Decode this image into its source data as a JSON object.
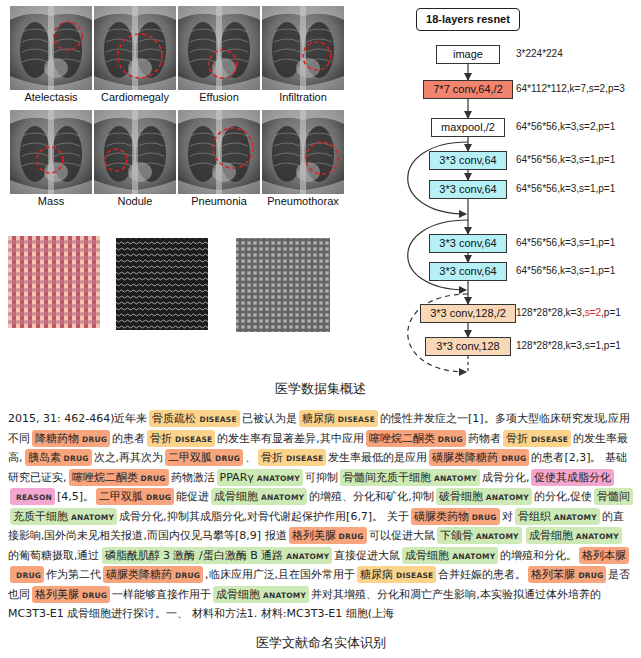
{
  "diagram": {
    "nodes": [
      {
        "text": [
          "18-layers resnet"
        ]
      },
      {
        "text": [
          "image"
        ]
      },
      {
        "text": [
          "7*7 conv,64,/2"
        ]
      },
      {
        "text": [
          "maxpool,/2"
        ]
      },
      {
        "text": [
          "3*3 conv,64"
        ]
      },
      {
        "text": [
          "3*3 conv,64"
        ]
      },
      {
        "text": [
          "3*3 conv,64"
        ]
      },
      {
        "text": [
          "3*3 conv,64"
        ]
      },
      {
        "text": [
          "3*3 conv,128,/2"
        ]
      },
      {
        "text": [
          "3*3 conv,128"
        ]
      },
      {
        "text": [
          "骨质疏松",
          "DISEASE"
        ]
      },
      {
        "text": [
          "糖尿病",
          "DISEASE"
        ]
      },
      {
        "text": [
          "降糖药物",
          "DRUG"
        ]
      },
      {
        "text": [
          "骨折",
          "DISEASE"
        ]
      },
      {
        "text": [
          "噻唑烷二酮类",
          "DRUG"
        ]
      },
      {
        "text": [
          "骨折",
          "DISEASE"
        ]
      },
      {
        "text": [
          "胰岛素",
          "DRUG"
        ]
      },
      {
        "text": [
          "二甲双胍",
          "DRUG"
        ]
      },
      {
        "text": [
          "骨折",
          "DISEASE"
        ]
      },
      {
        "text": [
          "磺脲类降糖药",
          "DRUG"
        ]
      },
      {
        "text": [
          "噻唑烷二酮类",
          "DRUG"
        ]
      },
      {
        "text": [
          "PPARγ",
          "ANATOMY"
        ]
      },
      {
        "text": [
          "骨髓间充质干细胞",
          "ANATOMY"
        ]
      },
      {
        "text": [
          "促使其成脂分化",
          "REASON"
        ]
      },
      {
        "text": [
          "二甲双胍",
          "DRUG"
        ]
      },
      {
        "text": [
          "成骨细胞",
          "ANATOMY"
        ]
      },
      {
        "text": [
          "破骨细胞",
          "ANATOMY"
        ]
      },
      {
        "text": [
          "骨髓间充质干细胞",
          "ANATOMY"
        ]
      },
      {
        "text": [
          "磺脲类药物",
          "DRUG"
        ]
      },
      {
        "text": [
          "骨组织",
          "ANATOMY"
        ]
      },
      {
        "text": [
          "格列美脲",
          "DRUG"
        ]
      },
      {
        "text": [
          "下颌骨",
          "ANATOMY"
        ]
      },
      {
        "text": [
          "成骨细胞",
          "ANATOMY"
        ]
      },
      {
        "text": [
          "磷脂酰肌醇 3 激酶 /蛋白激酶 B 通路",
          "ANATOMY"
        ]
      },
      {
        "text": [
          "成骨细胞",
          "ANATOMY"
        ]
      },
      {
        "text": [
          "格列本脲",
          "DRUG"
        ]
      },
      {
        "text": [
          "磺脲类降糖药",
          "DRUG"
        ]
      },
      {
        "text": [
          "糖尿病",
          "DISEASE"
        ]
      },
      {
        "text": [
          "格列苯脲",
          "DRUG"
        ]
      },
      {
        "text": [
          "格列美脲",
          "DRUG"
        ]
      },
      {
        "text": [
          "成骨细胞",
          "ANATOMY"
        ]
      }
    ],
    "edges": [
      {
        "from": 1,
        "to": 2,
        "arrow": "to"
      },
      {
        "from": 2,
        "to": 3,
        "arrow": "to"
      },
      {
        "from": 3,
        "to": 4,
        "arrow": "to"
      },
      {
        "from": 4,
        "to": 5,
        "arrow": "to"
      },
      {
        "from": 5,
        "to": 6,
        "arrow": "to"
      },
      {
        "from": 6,
        "to": 7,
        "arrow": "to"
      },
      {
        "from": 7,
        "to": 8,
        "arrow": "to"
      },
      {
        "from": 8,
        "to": 9,
        "arrow": "to"
      }
    ],
    "labels": [
      "Atelectasis",
      "Cardiomegaly",
      "Effusion",
      "Infiltration",
      "Mass",
      "Nodule",
      "Pneumonia",
      "Pneumothorax",
      "3*224*224",
      "64*112*112,k=7,s=2,p=3",
      "64*56*56,k=3,s=2,p=1",
      "64*56*56,k=3,s=1,p=1",
      "64*56*56,k=3,s=1,p=1",
      "64*56*56,k=3,s=1,p=1",
      "64*56*56,k=3,s=1,p=1",
      "128*28*28,k=3,",
      "s=2",
      ",p=1",
      "128*28*28,k=3,s=1,p=1",
      "医学数据集概述",
      "2015, 31: 462-464)近年来",
      "已被认为是",
      "的慢性并发症之一[1]。多项大型临床研究发现,应用不同",
      "的患者",
      "的发生率有显著差异,其中应用",
      "药物者",
      "的发生率最高,",
      "次之,再其次为",
      "、",
      "发生率最低的是应用",
      "的患者[2,3]。 基础研究已证实,",
      "药物激活",
      "可抑制",
      "成骨分化,",
      "[4,5]。",
      "能促进",
      "的增殖、分化和矿化,抑制",
      "的分化,促使",
      "成骨分化,抑制其成脂分化,对骨代谢起保护作用[6,7]。 关于",
      "对",
      "的直接影响,国外尚未见相关报道,而国内仅见马攀等[8,9] 报道",
      "可以促进大鼠",
      "的葡萄糖摄取,通过",
      "直接促进大鼠",
      "的增殖和分化。",
      "作为第二代",
      ",临床应用广泛,且在国外常用于",
      "合并妊娠的患者。",
      "是否也同",
      "一样能够直接作用于",
      "并对其增殖、分化和凋亡产生影响,本实验拟通过体外培养的 MC3T3-E1 成骨细胞进行探讨。一、 材料和方法1. 材料:MC3T3-E1 细胞(上海",
      "医学文献命名实体识别"
    ]
  }
}
